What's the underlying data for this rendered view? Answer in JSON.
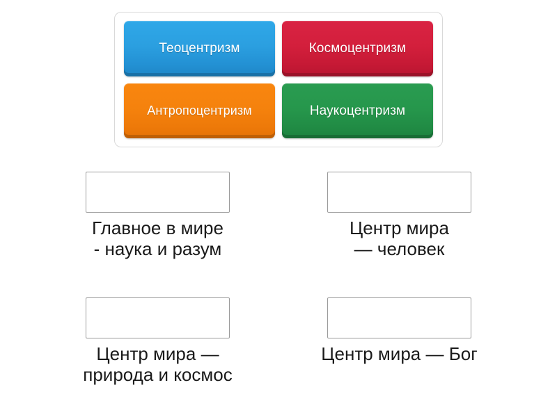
{
  "page": {
    "background_color": "#ffffff",
    "type": "match-up-activity"
  },
  "tile_panel": {
    "border_color": "#d9d9d9",
    "tiles": [
      {
        "label": "Теоцентризм",
        "color": "#2b9fe0",
        "color_name": "blue",
        "name": "tile-teocentrism"
      },
      {
        "label": "Космоцентризм",
        "color": "#d31f3c",
        "color_name": "red",
        "name": "tile-cosmocentrism"
      },
      {
        "label": "Антропоцентризм",
        "color": "#f5820d",
        "color_name": "orange",
        "name": "tile-anthropocentrism"
      },
      {
        "label": "Наукоцентризм",
        "color": "#26974c",
        "color_name": "green",
        "name": "tile-scientocentrism"
      }
    ]
  },
  "slots": [
    {
      "name": "slot-science-reason",
      "dropzone_value": "",
      "label": "Главное в мире\n- наука и разум"
    },
    {
      "name": "slot-human",
      "dropzone_value": "",
      "label": "Центр мира\n— человек"
    },
    {
      "name": "slot-nature-cosmos",
      "dropzone_value": "",
      "label": "Центр мира —\nприрода и космос"
    },
    {
      "name": "slot-god",
      "dropzone_value": "",
      "label": "Центр мира — Бог"
    }
  ]
}
